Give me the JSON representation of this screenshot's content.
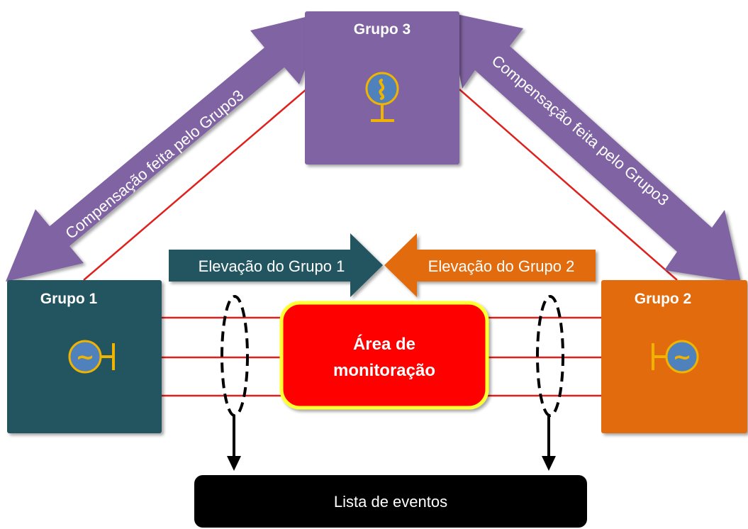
{
  "groups": {
    "group1": {
      "label": "Grupo 1",
      "color": "#225461"
    },
    "group2": {
      "label": "Grupo 2",
      "color": "#e26c0a"
    },
    "group3": {
      "label": "Grupo 3",
      "color": "#8064a2"
    }
  },
  "arrows": {
    "compensation_left": {
      "text": "Compensação feita pelo Grupo3"
    },
    "compensation_right": {
      "text": "Compensação feita pelo Grupo3"
    },
    "elevation_group1": {
      "text": "Elevação do Grupo 1"
    },
    "elevation_group2": {
      "text": "Elevação do Grupo 2"
    }
  },
  "monitoring_area": {
    "line1": "Área de",
    "line2": "monitoração",
    "fill": "#ff0000",
    "border": "#ffff33"
  },
  "event_list": {
    "label": "Lista de eventos",
    "fill": "#000000"
  },
  "generator_icon": {
    "fill": "#4f81bd",
    "border": "#f0b400",
    "symbol": "~"
  },
  "connection_line_color": "#e0201c"
}
